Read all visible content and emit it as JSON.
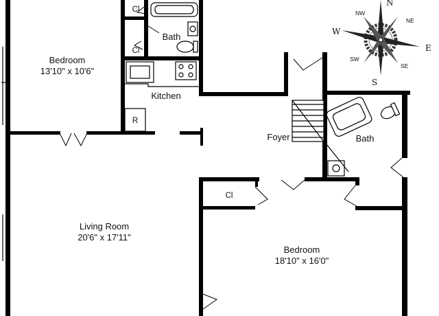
{
  "rooms": {
    "bedroom_1": {
      "name": "Bedroom",
      "size": "13'10\" x 10'6\""
    },
    "bedroom_2": {
      "name": "Bedroom",
      "size": "18'10\" x 16'0\""
    },
    "living_room": {
      "name": "Living Room",
      "size": "20'6\" x 17'11\""
    },
    "kitchen": {
      "name": "Kitchen"
    },
    "foyer": {
      "name": "Foyer"
    },
    "bath_1": {
      "name": "Bath"
    },
    "bath_2": {
      "name": "Bath"
    },
    "closet_1": {
      "name": "Cl"
    },
    "closet_2": {
      "name": "Cl"
    },
    "closet_3": {
      "name": "Cl"
    },
    "refrigerator": {
      "name": "R"
    }
  },
  "compass": {
    "n": "N",
    "s": "S",
    "e": "E",
    "w": "W",
    "ne": "NE",
    "nw": "NW",
    "se": "SE",
    "sw": "SW"
  }
}
